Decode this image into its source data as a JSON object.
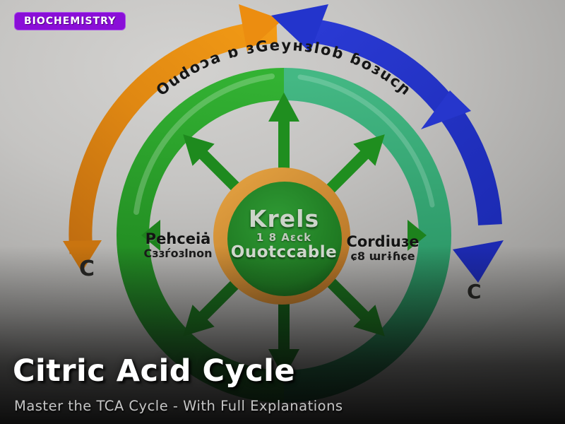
{
  "badge": {
    "label": "BIOCHEMISTRY"
  },
  "hero": {
    "title": "Citric Acid Cycle",
    "subtitle": "Master the TCA Cycle - With Full Explanations"
  },
  "wheel": {
    "top_curved_text": "Oudoɔa ɒ ɜGeyʜɜlob ɓoɜucɲ",
    "center": {
      "line1": "Krels",
      "line2": "1 8 Aɛck",
      "line3": "Ouotccable"
    },
    "left_label": {
      "line1": "Pehceiȧ",
      "line2": "Cзɜѓoɜlnon"
    },
    "right_label": {
      "line1": "Cordiuɜe",
      "line2": "ɕ8 ɯrɨɦɕe"
    },
    "left_terminal": "C",
    "right_terminal": "C",
    "spoke_count": 8
  },
  "colors": {
    "badge_purple": "#8a0ed8",
    "arrow_orange": "#e8880e",
    "arrow_blue": "#2334cc",
    "ring_green": "#2aa42a",
    "ring_teal": "#3aab77",
    "spoke_green": "#1f8e1f",
    "hub_orange": "#d59136",
    "hub_green": "#1f7a22",
    "background_gray": "#c5c4c2"
  }
}
